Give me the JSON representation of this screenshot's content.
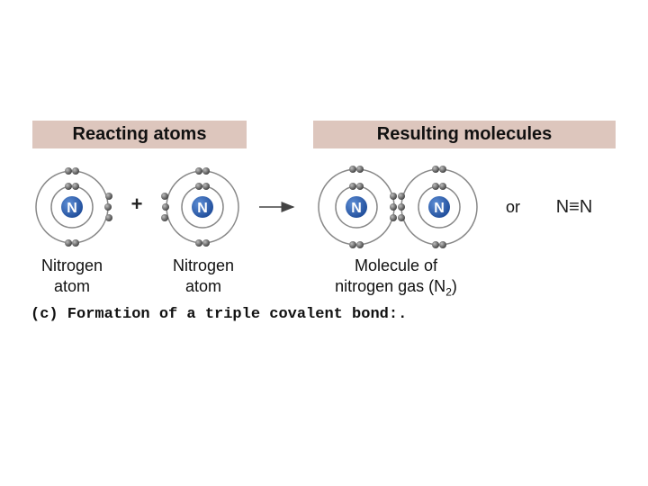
{
  "headers": {
    "reacting": "Reacting atoms",
    "resulting": "Resulting molecules"
  },
  "diagram": {
    "atom_symbol": "N",
    "plus": "+",
    "or": "or",
    "structural_formula": "N≡N",
    "colors": {
      "header_bg": "#ddc6bd",
      "nucleus": "#2b5aa8",
      "shell": "#777777",
      "electron": "#555555",
      "arrow": "#444444"
    }
  },
  "labels": {
    "atom_1_line1": "Nitrogen",
    "atom_1_line2": "atom",
    "atom_2_line1": "Nitrogen",
    "atom_2_line2": "atom",
    "molecule_line1": "Molecule of",
    "molecule_line2_prefix": "nitrogen gas (N",
    "molecule_line2_sub": "2",
    "molecule_line2_suffix": ")"
  },
  "caption": "(c) Formation of a triple covalent bond:."
}
